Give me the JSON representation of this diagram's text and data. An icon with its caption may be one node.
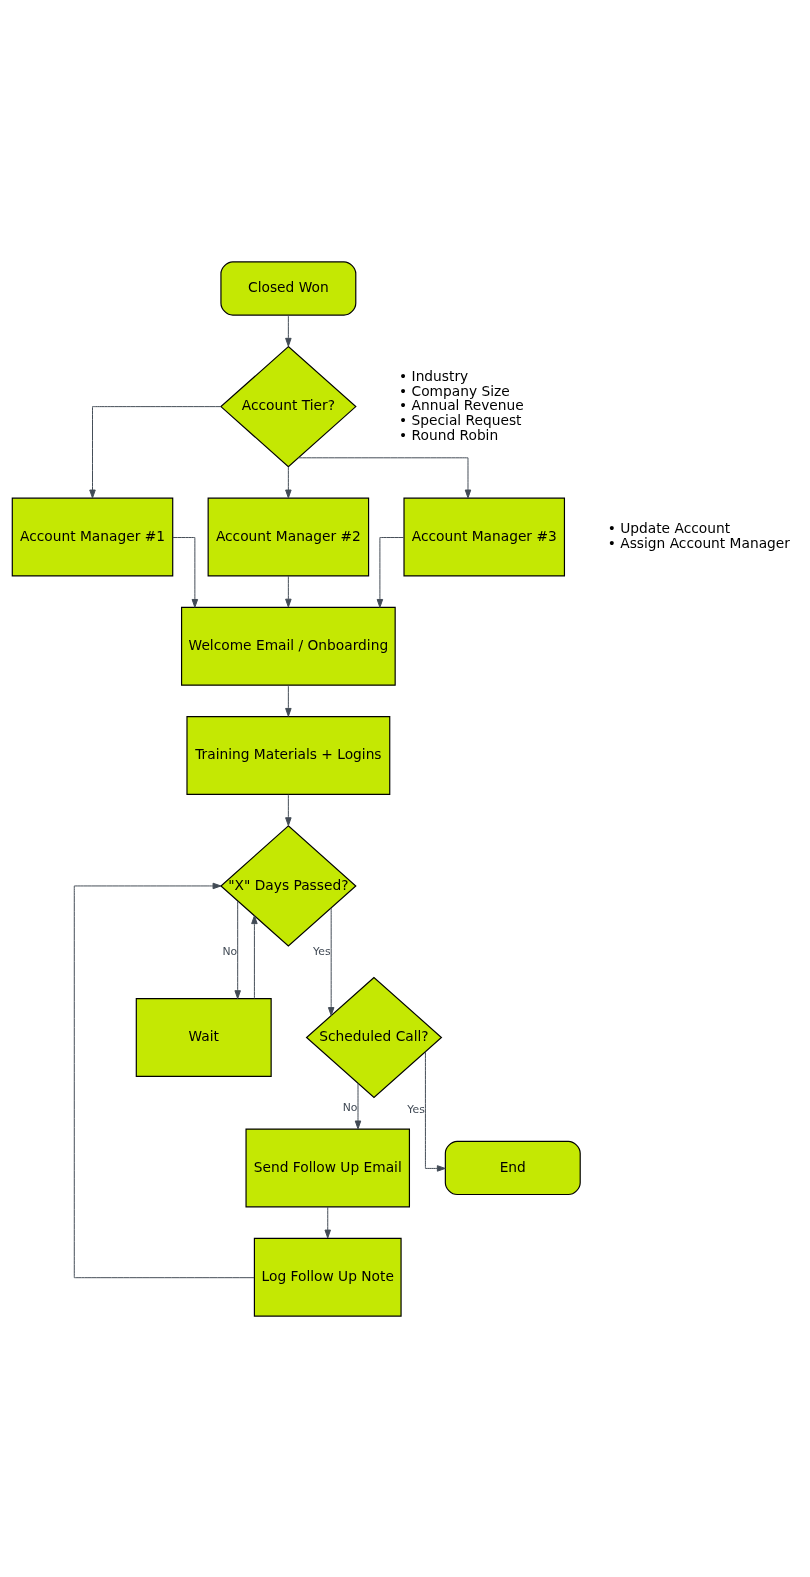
{
  "diagram": {
    "nodes": [
      {
        "text": [
          "Closed Won"
        ]
      },
      {
        "text": [
          "Account Tier?"
        ]
      },
      {
        "text": [
          "Account Manager #1"
        ]
      },
      {
        "text": [
          "Account Manager #2"
        ]
      },
      {
        "text": [
          "Account Manager #3"
        ]
      },
      {
        "text": [
          "Welcome Email / Onboarding"
        ]
      },
      {
        "text": [
          "Training Materials + Logins"
        ]
      },
      {
        "text": [
          "\"X\" Days Passed?"
        ]
      },
      {
        "text": [
          "Wait"
        ]
      },
      {
        "text": [
          "Scheduled Call?"
        ]
      },
      {
        "text": [
          "Send Follow Up Email"
        ]
      },
      {
        "text": [
          "End"
        ]
      },
      {
        "text": [
          "Log Follow Up Note"
        ]
      }
    ],
    "edges": [
      {
        "from": 0,
        "to": 1,
        "arrow": "to"
      },
      {
        "from": 1,
        "to": 2,
        "arrow": "to"
      },
      {
        "from": 1,
        "to": 3,
        "arrow": "to"
      },
      {
        "from": 1,
        "to": 4,
        "arrow": "to"
      },
      {
        "from": 2,
        "to": 5,
        "arrow": "to"
      },
      {
        "from": 3,
        "to": 5,
        "arrow": "to"
      },
      {
        "from": 4,
        "to": 5,
        "arrow": "to"
      },
      {
        "from": 5,
        "to": 6,
        "arrow": "to"
      },
      {
        "from": 6,
        "to": 7,
        "arrow": "to"
      },
      {
        "from": 7,
        "to": 8,
        "label": "No",
        "arrow": "to"
      },
      {
        "from": 7,
        "to": 9,
        "label": "Yes",
        "arrow": "to"
      },
      {
        "from": 8,
        "to": 7,
        "arrow": "to"
      },
      {
        "from": 9,
        "to": 10,
        "label": "No",
        "arrow": "to"
      },
      {
        "from": 9,
        "to": 11,
        "label": "Yes",
        "arrow": "to"
      },
      {
        "from": 10,
        "to": 12,
        "arrow": "to"
      },
      {
        "from": 12,
        "to": 7,
        "arrow": "to"
      }
    ],
    "labels": [
      "• Industry",
      "• Company Size",
      "• Annual Revenue",
      "• Special Request",
      "• Round Robin",
      "• Update Account",
      "• Assign Account Manager"
    ]
  }
}
